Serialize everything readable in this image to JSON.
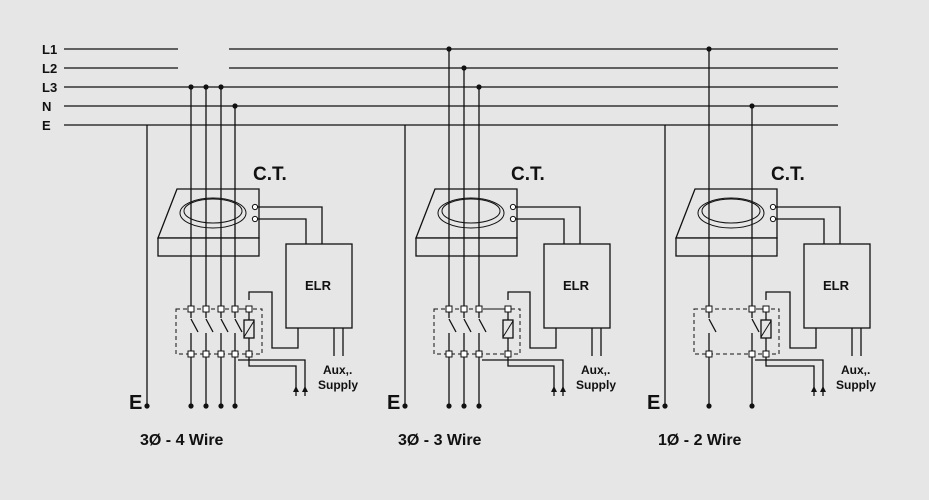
{
  "busbars": [
    {
      "id": "L1",
      "label": "L1"
    },
    {
      "id": "L2",
      "label": "L2"
    },
    {
      "id": "L3",
      "label": "L3"
    },
    {
      "id": "N",
      "label": "N"
    },
    {
      "id": "E",
      "label": "E"
    }
  ],
  "ct_label": "C.T.",
  "elr_label": "ELR",
  "aux_line1": "Aux,.",
  "aux_line2": "Supply",
  "earth_label": "E",
  "circuits": [
    {
      "id": "3ph4w",
      "caption": "3Ø - 4 Wire",
      "poles": 4
    },
    {
      "id": "3ph3w",
      "caption": "3Ø - 3 Wire",
      "poles": 3
    },
    {
      "id": "1ph2w",
      "caption": "1Ø - 2 Wire",
      "poles": 2
    }
  ],
  "colors": {
    "background": "#e6e6e6",
    "line": "#111111"
  }
}
